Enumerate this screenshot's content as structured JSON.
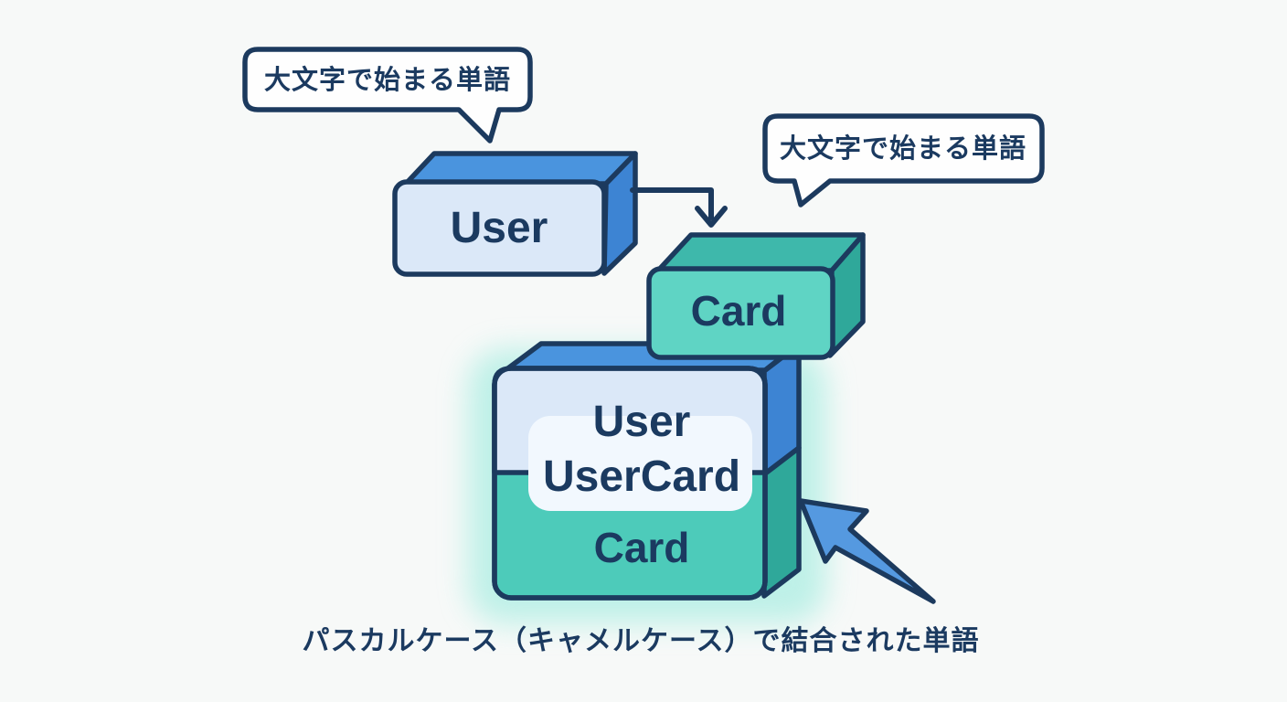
{
  "figure": {
    "bubble_top_left": "大文字で始まる単語",
    "bubble_top_right": "大文字で始まる単語",
    "user_block_label": "User",
    "card_block_label": "Card",
    "combined_block": {
      "upper_label": "User",
      "tab_label": "UserCard",
      "lower_label": "Card"
    },
    "caption": "パスカルケース（キャメルケース）で結合された単語"
  },
  "colors": {
    "background": "#f7f9f8",
    "outline_navy": "#1c3a5e",
    "text_navy": "#1b3a60",
    "blue_top_face": "#4a94de",
    "blue_side_face": "#3d84d3",
    "blue_front_face": "#dbe8f8",
    "teal_top_face": "#3eb8ab",
    "teal_front_face": "#5fd4c4",
    "teal_front_face_big": "#4dcbba",
    "teal_side_face": "#2fa89a",
    "tab_white": "#f2f8fe",
    "bubble_fill": "#fefefe",
    "arrow_blue": "#5599e0",
    "glow_teal": "#8fe9da"
  }
}
